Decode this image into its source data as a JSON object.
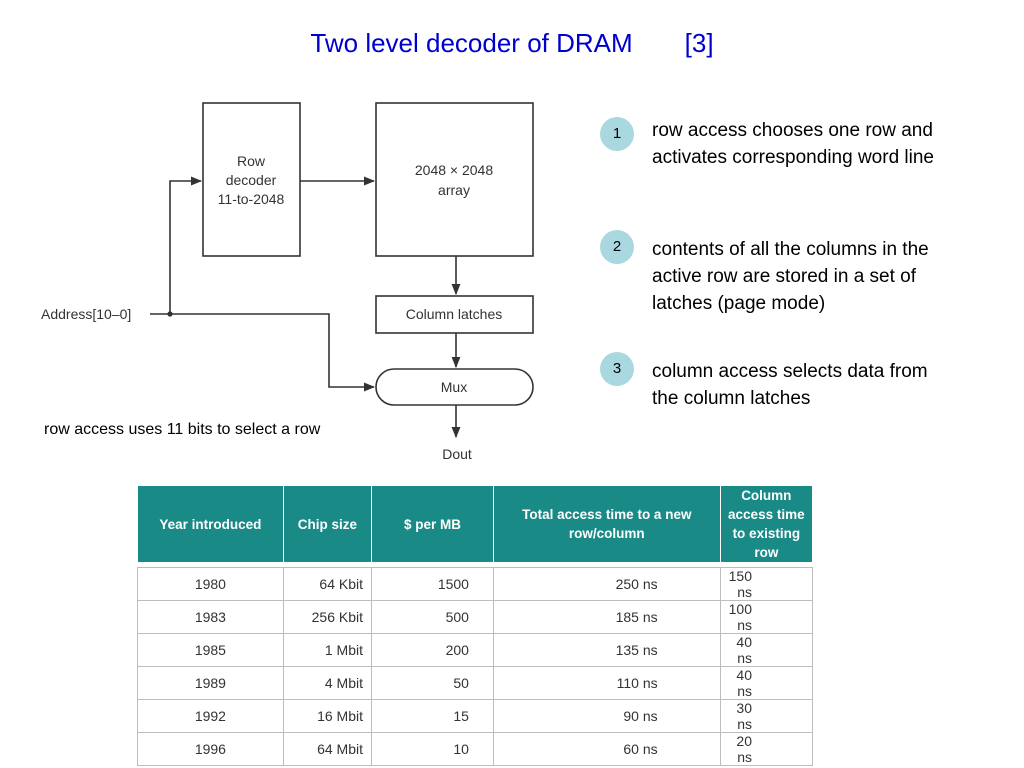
{
  "title": {
    "text": "Two level decoder of DRAM",
    "ref": "[3]"
  },
  "diagram": {
    "row_decoder": [
      "Row",
      "decoder",
      "11-to-2048"
    ],
    "array": [
      "2048 × 2048",
      "array"
    ],
    "column_latches": "Column latches",
    "mux": "Mux",
    "address": "Address[10–0]",
    "dout": "Dout"
  },
  "caption": "row access uses 11 bits to select a row",
  "steps": [
    {
      "num": "1",
      "text": " row access chooses one row and activates corresponding word line"
    },
    {
      "num": "2",
      "text": " contents of all the columns in the active row are stored in a set of latches (page mode)"
    },
    {
      "num": "3",
      "text": " column access selects data from the column latches"
    }
  ],
  "colors": {
    "title": "#0000cc",
    "table_header": "#1a8a86",
    "badge": "#a9d8e0"
  },
  "table": {
    "headers": [
      "Year introduced",
      "Chip size",
      "$ per MB",
      "Total access time to a new row/column",
      "Column access time to existing row"
    ],
    "rows": [
      [
        "1980",
        "64 Kbit",
        "1500",
        "250 ns",
        "150 ns"
      ],
      [
        "1983",
        "256 Kbit",
        "500",
        "185 ns",
        "100 ns"
      ],
      [
        "1985",
        "1 Mbit",
        "200",
        "135 ns",
        "40 ns"
      ],
      [
        "1989",
        "4 Mbit",
        "50",
        "110 ns",
        "40 ns"
      ],
      [
        "1992",
        "16 Mbit",
        "15",
        "90 ns",
        "30 ns"
      ],
      [
        "1996",
        "64 Mbit",
        "10",
        "60 ns",
        "20 ns"
      ]
    ]
  }
}
